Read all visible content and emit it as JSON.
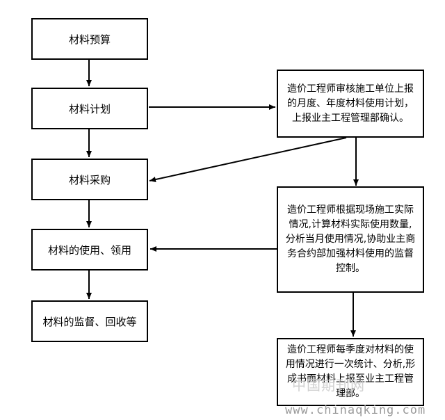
{
  "left_flow": [
    "材料预算",
    "材料计划",
    "材料采购",
    "材料的使用、领用",
    "材料的监督、回收等"
  ],
  "right_flow": [
    "造价工程师审核施工单位上报的月度、年度材料使用计划，上报业主工程管理部确认。",
    "造价工程师根据现场施工实际情况,计算材料实际使用数量,分析当月使用情况,协助业主商务合约部加强材料使用的监督控制。",
    "造价工程师每季度对材料的使用情况进行一次统计、分析,形成书面材料上报至业主工程管理部。"
  ],
  "watermark": {
    "text": "中国期刊网",
    "url": "www.chinaqking.com"
  }
}
